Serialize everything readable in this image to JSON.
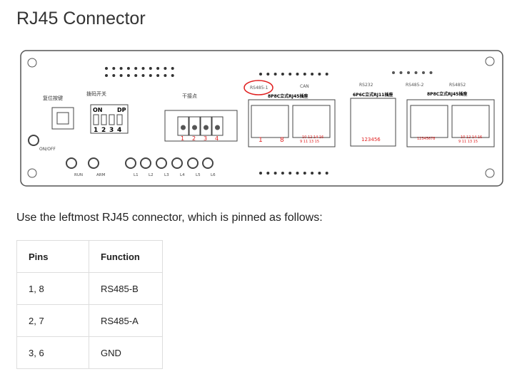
{
  "title": "RJ45 Connector",
  "board": {
    "reset_label": "复位按键",
    "dip_label": "拨码开关",
    "dip_on": "ON",
    "dip_dp": "DP",
    "dip_numbers": [
      "1",
      "2",
      "3",
      "4"
    ],
    "dry_contact_label": "干接点",
    "dry_contact_numbers": [
      "1",
      "2",
      "3",
      "4"
    ],
    "power_label": "ON/OFF",
    "leds": [
      "RUN",
      "ARM",
      "L1",
      "L2",
      "L3",
      "L4",
      "L5",
      "L6"
    ],
    "rs485_1": "RS485-1",
    "can": "CAN",
    "rj45_socket_1": "8P8C立式RJ45插座",
    "rs232": "RS232",
    "rj11_socket": "6P6C立式RJ11插座",
    "rs485_2": "RS485-2",
    "rs485_2b": "RS4852",
    "rj45_socket_2": "8P8C立式RJ45插座",
    "pin1": "1",
    "pin8": "8",
    "can_pins_top": "10 12 14 16",
    "can_pins_bottom": "9 11 13 15",
    "rj11_pins": "123456",
    "rs485_2_pins": "12345678",
    "highlight_color": "#e02020",
    "pin_label_color": "#e02020"
  },
  "intro": "Use the leftmost RJ45 connector, which is pinned as follows:",
  "table": {
    "headers": [
      "Pins",
      "Function"
    ],
    "rows": [
      [
        "1, 8",
        "RS485-B"
      ],
      [
        "2, 7",
        "RS485-A"
      ],
      [
        "3, 6",
        "GND"
      ]
    ]
  }
}
